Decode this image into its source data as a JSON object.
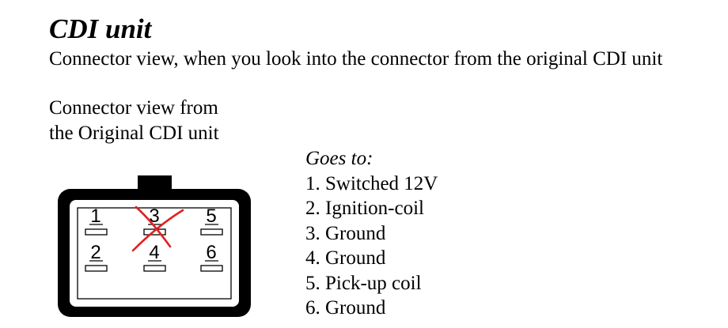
{
  "title": "CDI unit",
  "subtitle": "Connector view, when you look into the connector from the original CDI unit",
  "caption": {
    "line1": "Connector view from",
    "line2": "the Original CDI unit"
  },
  "goes_to": {
    "heading": "Goes to:",
    "items": [
      "1. Switched 12V",
      "2. Ignition-coil",
      "3. Ground",
      "4. Ground",
      "5. Pick-up coil",
      "6. Ground"
    ]
  },
  "connector": {
    "pins": [
      "1",
      "3",
      "5",
      "2",
      "4",
      "6"
    ],
    "crossed_pin": "3",
    "cross_color": "#e02020"
  }
}
